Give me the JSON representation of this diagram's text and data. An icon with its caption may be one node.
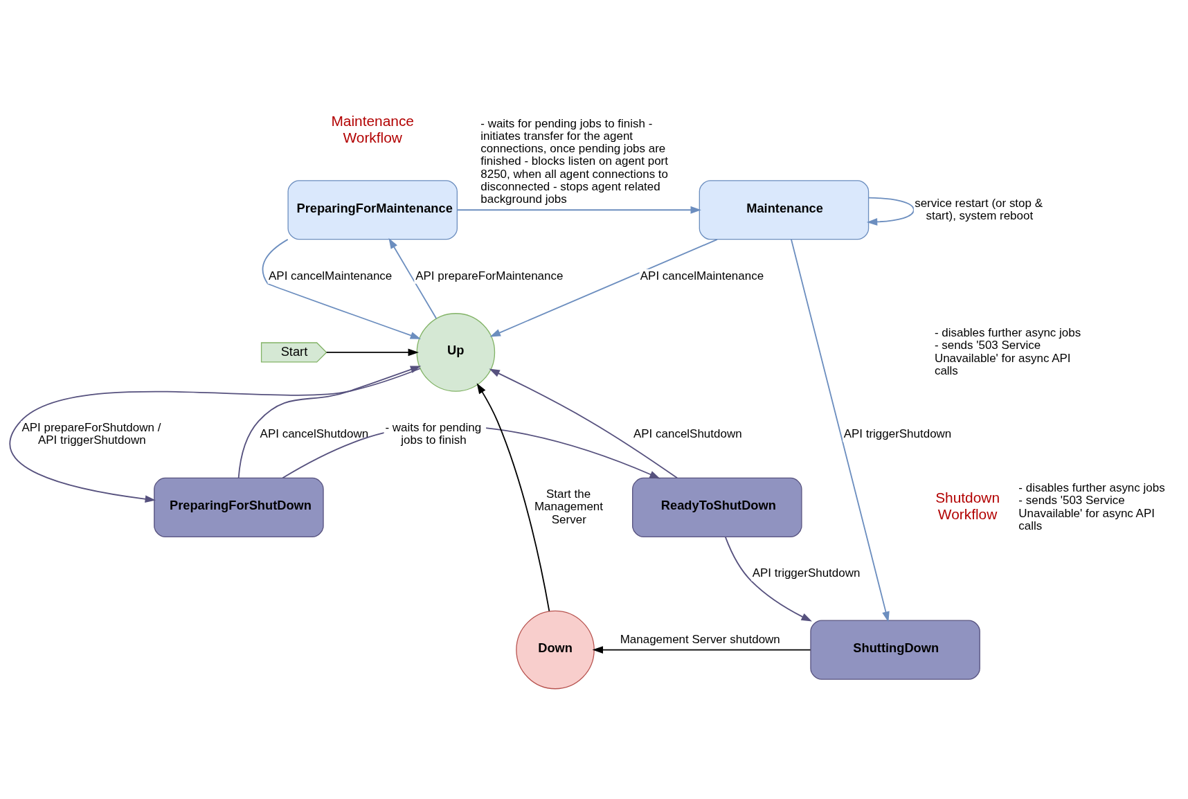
{
  "diagram": {
    "nodes": [
      {
        "text": [
          "Start"
        ]
      },
      {
        "text": [
          "Up"
        ]
      },
      {
        "text": [
          "PreparingForMaintenance"
        ]
      },
      {
        "text": [
          "Maintenance"
        ]
      },
      {
        "text": [
          "PreparingForShutDown"
        ]
      },
      {
        "text": [
          "ReadyToShutDown"
        ]
      },
      {
        "text": [
          "ShuttingDown"
        ]
      },
      {
        "text": [
          "Down"
        ]
      }
    ],
    "edges": [
      {
        "from": 0,
        "to": 1,
        "arrow": "to",
        "color": "#000000"
      },
      {
        "from": 1,
        "to": 2,
        "arrow": "to",
        "label": "API prepareForMaintenance"
      },
      {
        "from": 2,
        "to": 3,
        "arrow": "to",
        "label": "- waits for pending jobs to finish - initiates transfer for the agent connections, once pending jobs are finished - blocks listen on agent port 8250, when all agent connections to disconnected - stops agent related background jobs"
      },
      {
        "from": 2,
        "to": 1,
        "arrow": "to",
        "label": "API cancelMaintenance"
      },
      {
        "from": 3,
        "to": 3,
        "arrow": "to",
        "label": "service restart (or stop & start), system reboot"
      },
      {
        "from": 3,
        "to": 1,
        "arrow": "to",
        "label": "API cancelMaintenance"
      },
      {
        "from": 3,
        "to": 6,
        "arrow": "to",
        "label": "API triggerShutdown"
      },
      {
        "from": 1,
        "to": 4,
        "arrow": "to",
        "label": "API prepareForShutdown / API triggerShutdown",
        "color": "#56517e"
      },
      {
        "from": 4,
        "to": 1,
        "arrow": "to",
        "label": "API cancelShutdown",
        "color": "#56517e"
      },
      {
        "from": 4,
        "to": 5,
        "arrow": "to",
        "label": "- waits for pending jobs to finish",
        "color": "#56517e"
      },
      {
        "from": 5,
        "to": 1,
        "arrow": "to",
        "label": "API cancelShutdown",
        "color": "#56517e"
      },
      {
        "from": 5,
        "to": 6,
        "arrow": "to",
        "label": "API triggerShutdown",
        "color": "#56517e"
      },
      {
        "from": 6,
        "to": 7,
        "arrow": "to",
        "label": "Management Server shutdown",
        "color": "#000000"
      },
      {
        "from": 7,
        "to": 1,
        "arrow": "to",
        "label": "Start the Management Server",
        "color": "#000000"
      }
    ],
    "labels": [
      "Maintenance Workflow",
      "- disables further async jobs - sends '503 Service Unavailable' for async API calls",
      "- disables further async jobs - sends '503 Service Unavailable' for async API calls",
      "Shutdown Workflow"
    ]
  }
}
